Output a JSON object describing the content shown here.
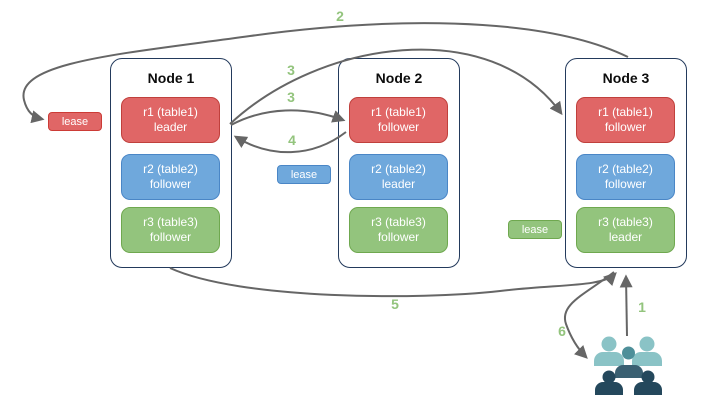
{
  "nodes": [
    {
      "title": "Node 1",
      "replicas": [
        {
          "label": "r1 (table1)",
          "role": "leader",
          "color": "#e06666"
        },
        {
          "label": "r2 (table2)",
          "role": "follower",
          "color": "#6fa8dc"
        },
        {
          "label": "r3 (table3)",
          "role": "follower",
          "color": "#93c47d"
        }
      ]
    },
    {
      "title": "Node 2",
      "replicas": [
        {
          "label": "r1 (table1)",
          "role": "follower",
          "color": "#e06666"
        },
        {
          "label": "r2 (table2)",
          "role": "leader",
          "color": "#6fa8dc"
        },
        {
          "label": "r3 (table3)",
          "role": "follower",
          "color": "#93c47d"
        }
      ]
    },
    {
      "title": "Node 3",
      "replicas": [
        {
          "label": "r1 (table1)",
          "role": "follower",
          "color": "#e06666"
        },
        {
          "label": "r2 (table2)",
          "role": "follower",
          "color": "#6fa8dc"
        },
        {
          "label": "r3 (table3)",
          "role": "leader",
          "color": "#93c47d"
        }
      ]
    }
  ],
  "leases": [
    {
      "label": "lease",
      "color": "#e06666"
    },
    {
      "label": "lease",
      "color": "#6fa8dc"
    },
    {
      "label": "lease",
      "color": "#93c47d"
    }
  ],
  "steps": [
    {
      "label": "1"
    },
    {
      "label": "2"
    },
    {
      "label": "3"
    },
    {
      "label": "3"
    },
    {
      "label": "4"
    },
    {
      "label": "5"
    },
    {
      "label": "6"
    }
  ],
  "icons": {
    "users_group": "six-person-crowd"
  },
  "colors": {
    "red_fill": "#e06666",
    "red_border": "#c0403c",
    "blue_fill": "#6fa8dc",
    "blue_border": "#4a86c6",
    "green_fill": "#93c47d",
    "green_border": "#6fa84f",
    "node_border": "#233a5c",
    "arrow": "#666666",
    "step_label": "#93c47d",
    "users_light": "#8ac3c6",
    "users_medium": "#4e8f99",
    "users_slate": "#3a6072",
    "users_dark": "#24485c"
  }
}
